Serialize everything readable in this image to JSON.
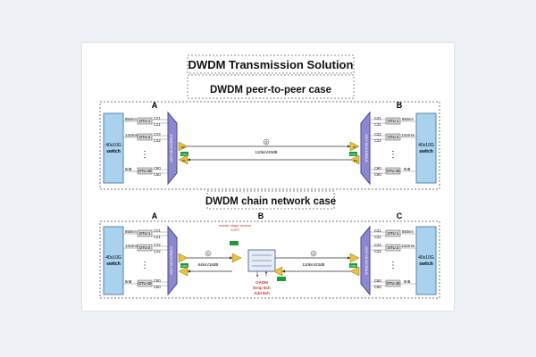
{
  "title": "DWDM Transmission Solution",
  "p2p": {
    "heading": "DWDM peer-to-peer case",
    "site_a": "A",
    "site_b": "B",
    "switch_label": [
      "40x10G",
      "switch"
    ],
    "mux_label": "40CH MUX/DEMUX",
    "amp_label": "BA",
    "amp_label_pa": "PA",
    "osc_label": "OSC",
    "link_label": "110km/30dB",
    "marker": "②",
    "channels": [
      {
        "wavelength": "850nm",
        "otu": "OTU 1",
        "tx": "C21",
        "rx": "C21"
      },
      {
        "wavelength": "1310nm",
        "otu": "OTU 2",
        "tx": "C22",
        "rx": "C22"
      },
      {
        "wavelength": "",
        "otu": "",
        "tx": "",
        "rx": ""
      },
      {
        "wavelength": "5nB",
        "otu": "OTU 40",
        "tx": "C60",
        "rx": "C60"
      }
    ],
    "dots": "⋮"
  },
  "chain": {
    "heading": "DWDM chain network case",
    "site_a": "A",
    "site_b": "B",
    "site_c": "C",
    "switch_label": [
      "40x10G",
      "switch"
    ],
    "link_ab": "64km/18dB",
    "link_bc": "110km/23dB",
    "marker_1": "①",
    "marker_2": "②",
    "mobile_note": [
      "mobile stage access",
      "10FS"
    ],
    "oadm_lines": [
      "OADM",
      "Drop 8ch",
      "Add 8ch"
    ],
    "channels": [
      {
        "wavelength": "850nm",
        "otu": "OTU 1",
        "tx": "C21",
        "rx": "C21"
      },
      {
        "wavelength": "1310nm",
        "otu": "OTU 2",
        "tx": "C22",
        "rx": "C22"
      },
      {
        "wavelength": "",
        "otu": "",
        "tx": "",
        "rx": ""
      },
      {
        "wavelength": "5nB",
        "otu": "OTU 40",
        "tx": "C60",
        "rx": "C60"
      }
    ]
  },
  "colors": {
    "switch_fill": "#a9d2ee",
    "mux_fill": "#8c88cf",
    "amp_fill": "#e8c43a",
    "osc_fill": "#1f9a3a",
    "link": "#333333",
    "oadm_text": "#c0392b"
  }
}
